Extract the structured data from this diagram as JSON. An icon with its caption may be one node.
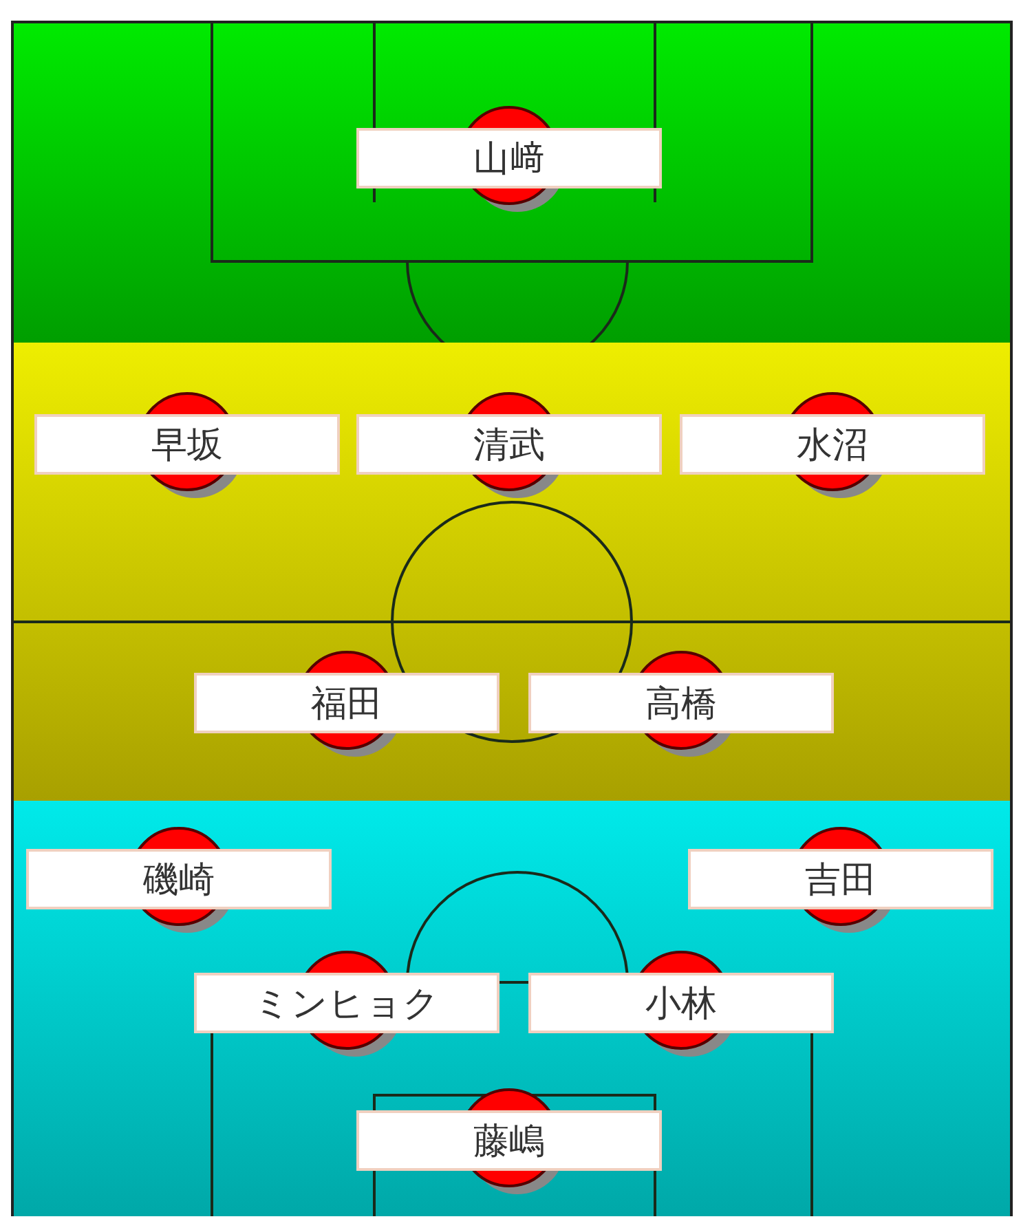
{
  "diagram": {
    "nodes": [
      {
        "text": [],
        "shape": "band"
      },
      {
        "text": [
          "山﨑"
        ],
        "in": 0
      },
      {
        "text": [],
        "shape": "band"
      },
      {
        "text": [
          "早坂"
        ],
        "in": 2
      },
      {
        "text": [
          "清武"
        ],
        "in": 2
      },
      {
        "text": [
          "水沼"
        ],
        "in": 2
      },
      {
        "text": [
          "福田"
        ],
        "in": 2
      },
      {
        "text": [
          "高橋"
        ],
        "in": 2
      },
      {
        "text": [],
        "shape": "band"
      },
      {
        "text": [
          "磯崎"
        ],
        "in": 8
      },
      {
        "text": [
          "吉田"
        ],
        "in": 8
      },
      {
        "text": [
          "ミンヒョク"
        ],
        "in": 8
      },
      {
        "text": [
          "小林"
        ],
        "in": 8
      },
      {
        "text": [
          "藤嶋"
        ],
        "in": 8
      }
    ]
  }
}
